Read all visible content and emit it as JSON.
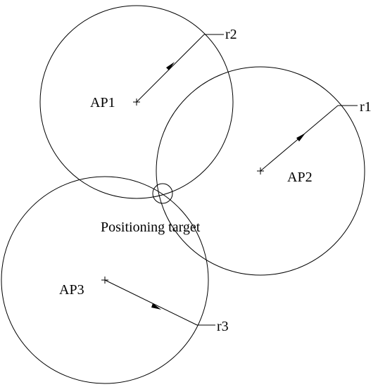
{
  "labels": {
    "ap1": "AP1",
    "ap2": "AP2",
    "ap3": "AP3",
    "r1": "r1",
    "r2": "r2",
    "r3": "r3",
    "target": "Positioning target"
  },
  "colors": {
    "stroke": "#000000",
    "background": "#ffffff"
  }
}
